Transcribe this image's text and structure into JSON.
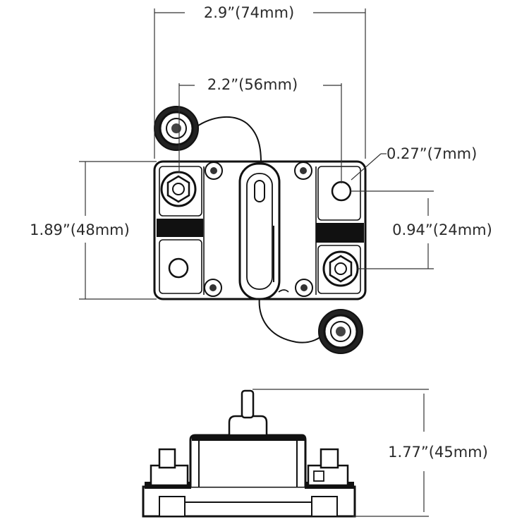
{
  "dimensions": {
    "overall_width": "2.9”(74mm)",
    "stud_spacing": "2.2”(56mm)",
    "hole_diameter": "0.27”(7mm)",
    "overall_height": "1.89”(48mm)",
    "stud_offset": "0.94”(24mm)",
    "depth": "1.77”(45mm)"
  }
}
